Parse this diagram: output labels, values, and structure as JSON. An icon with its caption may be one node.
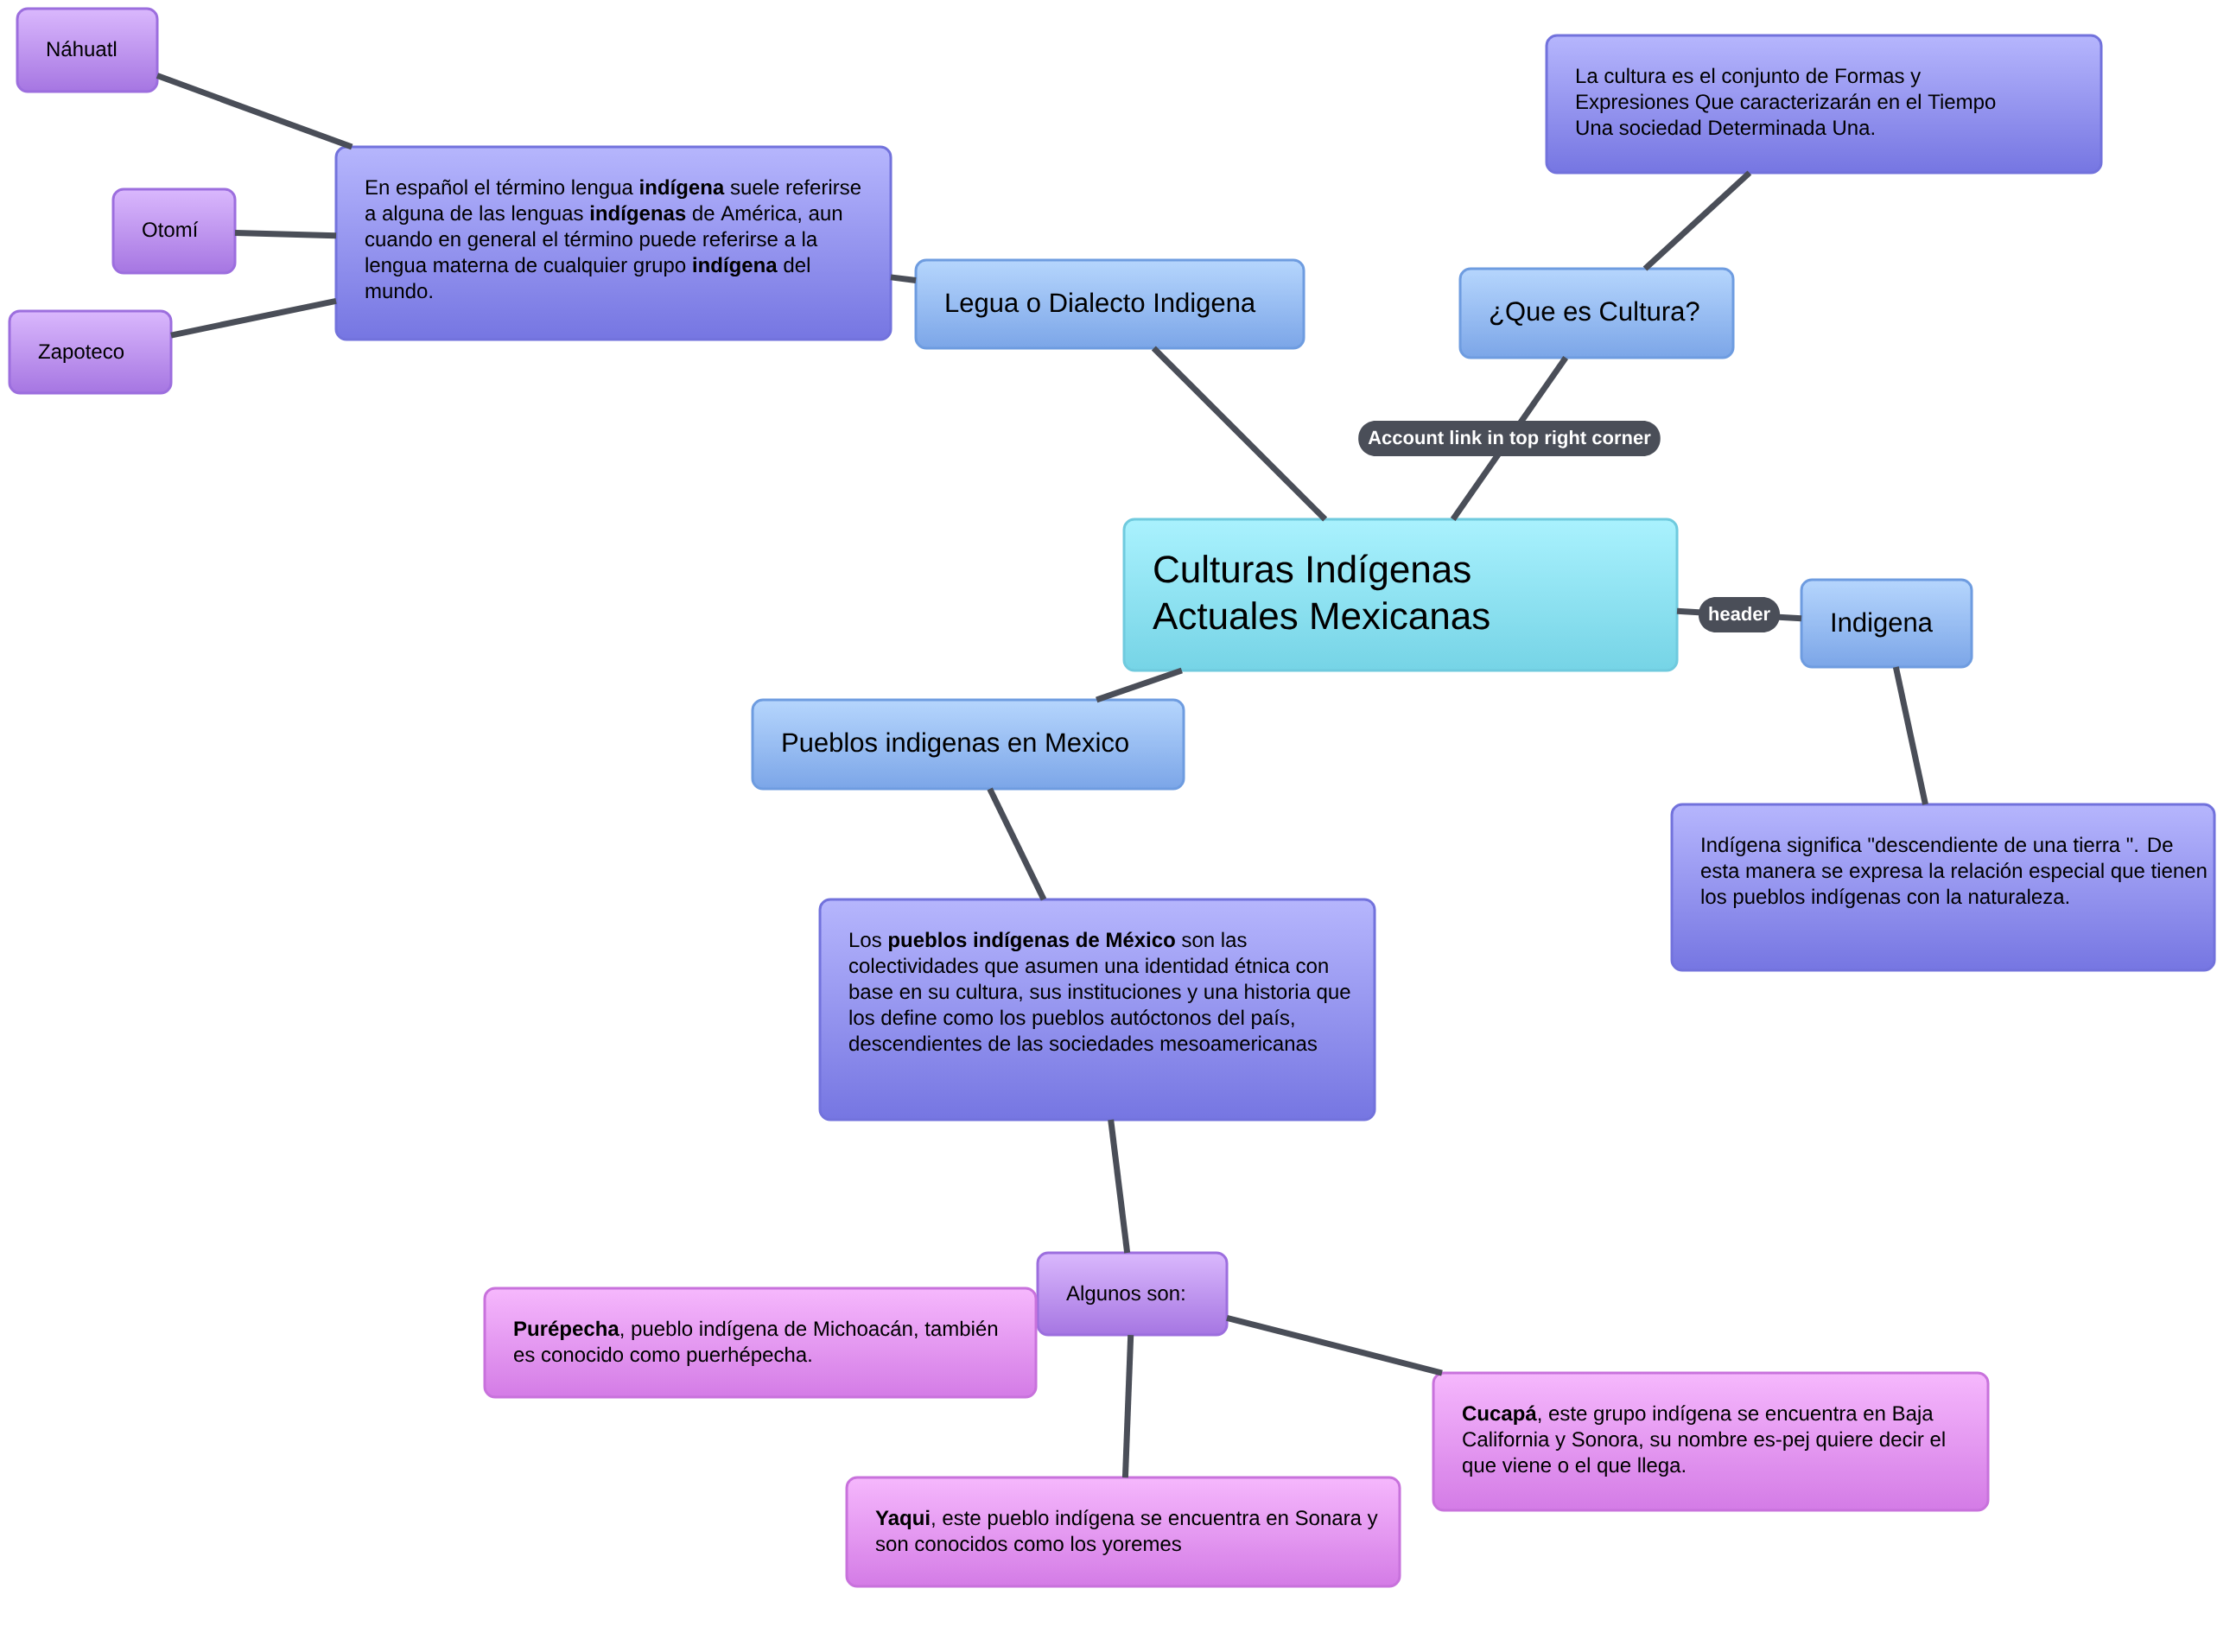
{
  "diagram": {
    "nodes": [
      {
        "text": [
          "Culturas Indígenas Actuales Mexicanas"
        ]
      },
      {
        "text": [
          "Legua o Dialecto Indigena"
        ]
      },
      {
        "text": [
          "En español el término lengua **indígena** suele referirse a alguna de las lenguas **indígenas** de América, aun cuando en general el término puede referirse a la lengua materna de cualquier grupo **indígena** del mundo."
        ]
      },
      {
        "text": [
          "Náhuatl"
        ]
      },
      {
        "text": [
          "Otomí"
        ]
      },
      {
        "text": [
          "Zapoteco"
        ]
      },
      {
        "text": [
          "¿Que es Cultura?"
        ]
      },
      {
        "text": [
          "La cultura es el conjunto de Formas y Expresiones Que caracterizarán en el Tiempo Una sociedad Determinada Una."
        ]
      },
      {
        "text": [
          "Indigena"
        ]
      },
      {
        "text": [
          "Indígena significa \"descendiente de una tierra \". De esta manera se expresa la relación especial que tienen los pueblos indígenas con la naturaleza."
        ]
      },
      {
        "text": [
          "Pueblos indigenas en Mexico"
        ]
      },
      {
        "text": [
          "Los **pueblos indígenas de México** son las colectividades que asumen una identidad étnica con base en su cultura, sus instituciones y una historia que los define como los pueblos autóctonos del país, descendientes de las sociedades mesoamericanas"
        ]
      },
      {
        "text": [
          "Algunos son:"
        ]
      },
      {
        "text": [
          "**Purépecha**, pueblo indígena de Michoacán, también es conocido como puerhépecha."
        ]
      },
      {
        "text": [
          "**Yaqui**, este pueblo indígena se encuentra en Sonara y son conocidos como los yoremes"
        ]
      },
      {
        "text": [
          "**Cucapá**, este grupo indígena se encuentra en Baja California y Sonora, su nombre es-pej quiere decir el que viene o el que llega."
        ]
      }
    ],
    "edges": [
      {
        "from": 0,
        "to": 1,
        "arrow": "none"
      },
      {
        "from": 1,
        "to": 2,
        "arrow": "none"
      },
      {
        "from": 2,
        "to": 3,
        "arrow": "none"
      },
      {
        "from": 2,
        "to": 4,
        "arrow": "none"
      },
      {
        "from": 2,
        "to": 5,
        "arrow": "none"
      },
      {
        "from": 0,
        "to": 6,
        "arrow": "none",
        "label": "Account link in top right corner"
      },
      {
        "from": 6,
        "to": 7,
        "arrow": "none"
      },
      {
        "from": 0,
        "to": 8,
        "arrow": "none",
        "label": "header"
      },
      {
        "from": 8,
        "to": 9,
        "arrow": "none"
      },
      {
        "from": 0,
        "to": 10,
        "arrow": "none"
      },
      {
        "from": 10,
        "to": 11,
        "arrow": "none"
      },
      {
        "from": 11,
        "to": 12,
        "arrow": "none"
      },
      {
        "from": 12,
        "to": 14,
        "arrow": "none"
      },
      {
        "from": 12,
        "to": 15,
        "arrow": "none"
      }
    ]
  }
}
